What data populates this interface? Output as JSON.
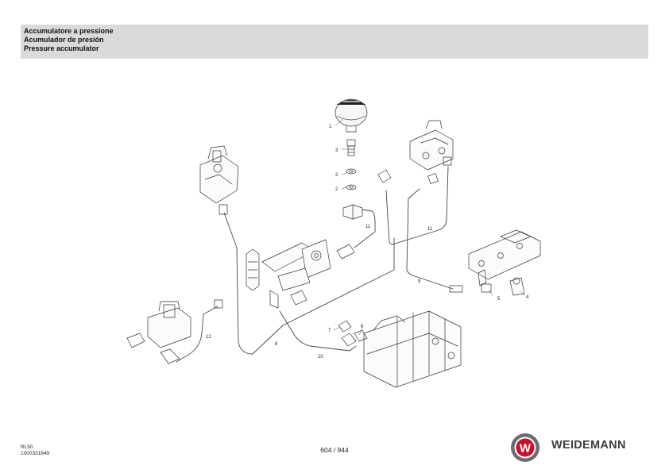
{
  "header": {
    "title_it": "Accumulatore a pressione",
    "title_es": "Acumulador de presión",
    "title_en": "Pressure accumulator"
  },
  "diagram": {
    "callouts": [
      "1",
      "2",
      "2",
      "3",
      "4",
      "5",
      "6",
      "7",
      "8",
      "9",
      "10",
      "11",
      "11",
      "12"
    ]
  },
  "footer": {
    "model": "RL50",
    "doc_number": "1000331849",
    "page": "604 / 944",
    "brand": "WEIDEMANN",
    "logo_letter": "W"
  },
  "colors": {
    "header_bg": "#dadada",
    "logo_red": "#c8102e",
    "logo_gray": "#6d6d6d"
  }
}
